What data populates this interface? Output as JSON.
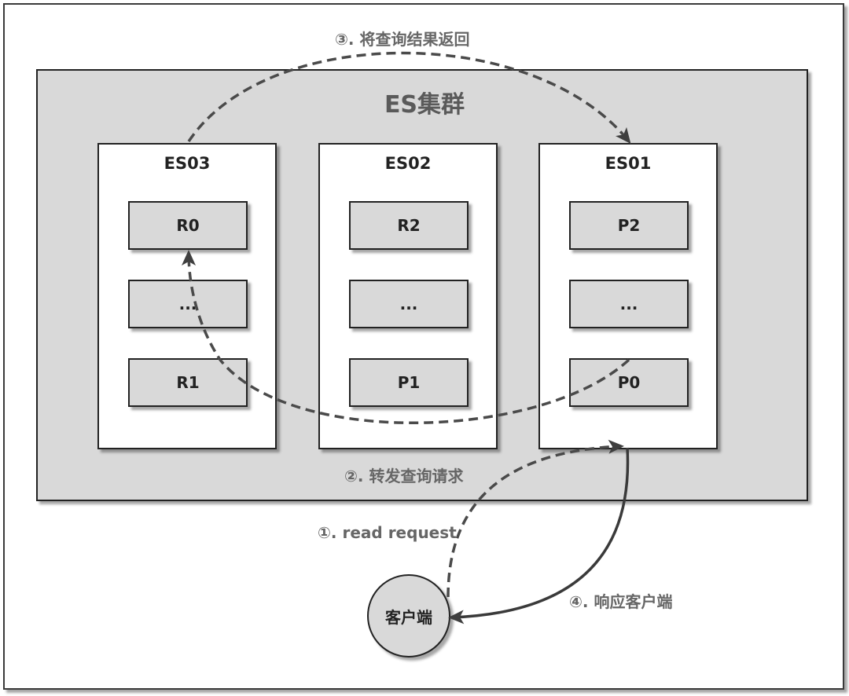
{
  "cluster": {
    "title": "ES集群"
  },
  "nodes": [
    {
      "name": "ES03",
      "shards": [
        "R0",
        "...",
        "R1"
      ]
    },
    {
      "name": "ES02",
      "shards": [
        "R2",
        "...",
        "P1"
      ]
    },
    {
      "name": "ES01",
      "shards": [
        "P2",
        "...",
        "P0"
      ]
    }
  ],
  "client": {
    "label": "客户端"
  },
  "steps": {
    "step1": "①. read request",
    "step2": "②. 转发查询请求",
    "step3": "③. 将查询结果返回",
    "step4": "④. 响应客户端"
  }
}
